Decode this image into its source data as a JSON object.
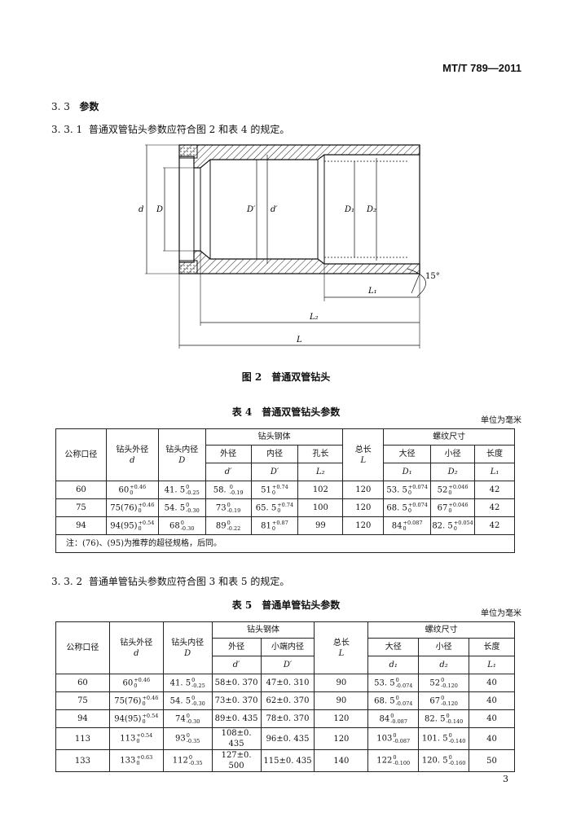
{
  "header": {
    "standard_no": "MT/T 789—2011"
  },
  "section_3_3": {
    "num": "3. 3",
    "title": "参数"
  },
  "para_3_3_1": {
    "num": "3. 3. 1",
    "text": "普通双管钻头参数应符合图 2 和表 4 的规定。"
  },
  "figure2": {
    "caption": "图 2　普通双管钻头",
    "dims": {
      "d": "d",
      "D": "D",
      "Dp": "D′",
      "dp": "d′",
      "D1": "D₁",
      "D2": "D₂",
      "L1": "L₁",
      "L2": "L₂",
      "L": "L",
      "angle": "15°"
    }
  },
  "table4": {
    "caption": "表 4　普通双管钻头参数",
    "unit": "单位为毫米",
    "headers": {
      "nominal": "公称口径",
      "bit_od": "钻头外径",
      "bit_od_sym": "d",
      "bit_id": "钻头内径",
      "bit_id_sym": "D",
      "body": "钻头钢体",
      "od": "外径",
      "od_sym": "d′",
      "id": "内径",
      "id_sym": "D′",
      "hole": "孔长",
      "hole_sym": "L₂",
      "total": "总长",
      "total_sym": "L",
      "thread": "螺纹尺寸",
      "major": "大径",
      "major_sym": "D₁",
      "minor": "小径",
      "minor_sym": "D₂",
      "length": "长度",
      "length_sym": "L₁"
    },
    "rows": [
      {
        "nominal": "60",
        "d": "60",
        "d_tol": "+0.46 0",
        "D": "41. 5",
        "D_tol": "0 -0.25",
        "dp": "58. ",
        "dp_tol": "0 -0.19",
        "Dp": "51",
        "Dp_tol": "+0.74 0",
        "L2": "102",
        "L": "120",
        "D1": "53. 5",
        "D1_tol": "+0.074 0",
        "D2": "52",
        "D2_tol": "+0.046 0",
        "L1": "42"
      },
      {
        "nominal": "75",
        "d": "75(76)",
        "d_tol": "+0.46 0",
        "D": "54. 5",
        "D_tol": "0 -0.30",
        "dp": "73",
        "dp_tol": "0 -0.19",
        "Dp": "65. 5",
        "Dp_tol": "+0.74 0",
        "L2": "100",
        "L": "120",
        "D1": "68. 5",
        "D1_tol": "+0.074 0",
        "D2": "67",
        "D2_tol": "+0.046 0",
        "L1": "42"
      },
      {
        "nominal": "94",
        "d": "94(95)",
        "d_tol": "+0.54 0",
        "D": "68",
        "D_tol": "0 -0.30",
        "dp": "89",
        "dp_tol": "0 -0.22",
        "Dp": "81",
        "Dp_tol": "+0.87 0",
        "L2": "99",
        "L": "120",
        "D1": "84",
        "D1_tol": "+0.087 0",
        "D2": "82. 5",
        "D2_tol": "+0.054 0",
        "L1": "42"
      }
    ],
    "note": "注：(76)、(95)为推荐的超径规格，后同。"
  },
  "para_3_3_2": {
    "num": "3. 3. 2",
    "text": "普通单管钻头参数应符合图 3 和表 5 的规定。"
  },
  "table5": {
    "caption": "表 5　普通单管钻头参数",
    "unit": "单位为毫米",
    "headers": {
      "nominal": "公称口径",
      "bit_od": "钻头外径",
      "bit_od_sym": "d",
      "bit_id": "钻头内径",
      "bit_id_sym": "D",
      "body": "钻头钢体",
      "od": "外径",
      "od_sym": "d′",
      "small_id": "小端内径",
      "small_id_sym": "D′",
      "total": "总长",
      "total_sym": "L",
      "thread": "螺纹尺寸",
      "major": "大径",
      "major_sym": "d₁",
      "minor": "小径",
      "minor_sym": "d₂",
      "length": "长度",
      "length_sym": "L₁"
    },
    "rows": [
      {
        "nominal": "60",
        "d": "60",
        "d_tol": "+0.46 0",
        "D": "41. 5",
        "D_tol": "0 -0.25",
        "dp": "58±0. 370",
        "Dp": "47±0. 310",
        "L": "90",
        "d1": "53. 5",
        "d1_tol": "0 -0.074",
        "d2": "52",
        "d2_tol": "0 -0.120",
        "L1": "40"
      },
      {
        "nominal": "75",
        "d": "75(76)",
        "d_tol": "+0.46 0",
        "D": "54. 5",
        "D_tol": "0 -0.30",
        "dp": "73±0. 370",
        "Dp": "62±0. 370",
        "L": "90",
        "d1": "68. 5",
        "d1_tol": "0 -0.074",
        "d2": "67",
        "d2_tol": "0 -0.120",
        "L1": "40"
      },
      {
        "nominal": "94",
        "d": "94(95)",
        "d_tol": "+0.54 0",
        "D": "74",
        "D_tol": "0 -0.30",
        "dp": "89±0. 435",
        "Dp": "78±0. 370",
        "L": "120",
        "d1": "84",
        "d1_tol": "0 -0.087",
        "d2": "82. 5",
        "d2_tol": "0 -0.140",
        "L1": "40"
      },
      {
        "nominal": "113",
        "d": "113",
        "d_tol": "+0.54 0",
        "D": "93",
        "D_tol": "0 -0.35",
        "dp": "108±0. 435",
        "Dp": "96±0. 435",
        "L": "120",
        "d1": "103",
        "d1_tol": "0 -0.087",
        "d2": "101. 5",
        "d2_tol": "0 -0.140",
        "L1": "40"
      },
      {
        "nominal": "133",
        "d": "133",
        "d_tol": "+0.63 0",
        "D": "112",
        "D_tol": "0 -0.35",
        "dp": "127±0. 500",
        "Dp": "115±0. 435",
        "L": "140",
        "d1": "122",
        "d1_tol": "0 -0.100",
        "d2": "120. 5",
        "d2_tol": "0 -0.160",
        "L1": "50"
      }
    ]
  },
  "footer": {
    "page": "3"
  }
}
